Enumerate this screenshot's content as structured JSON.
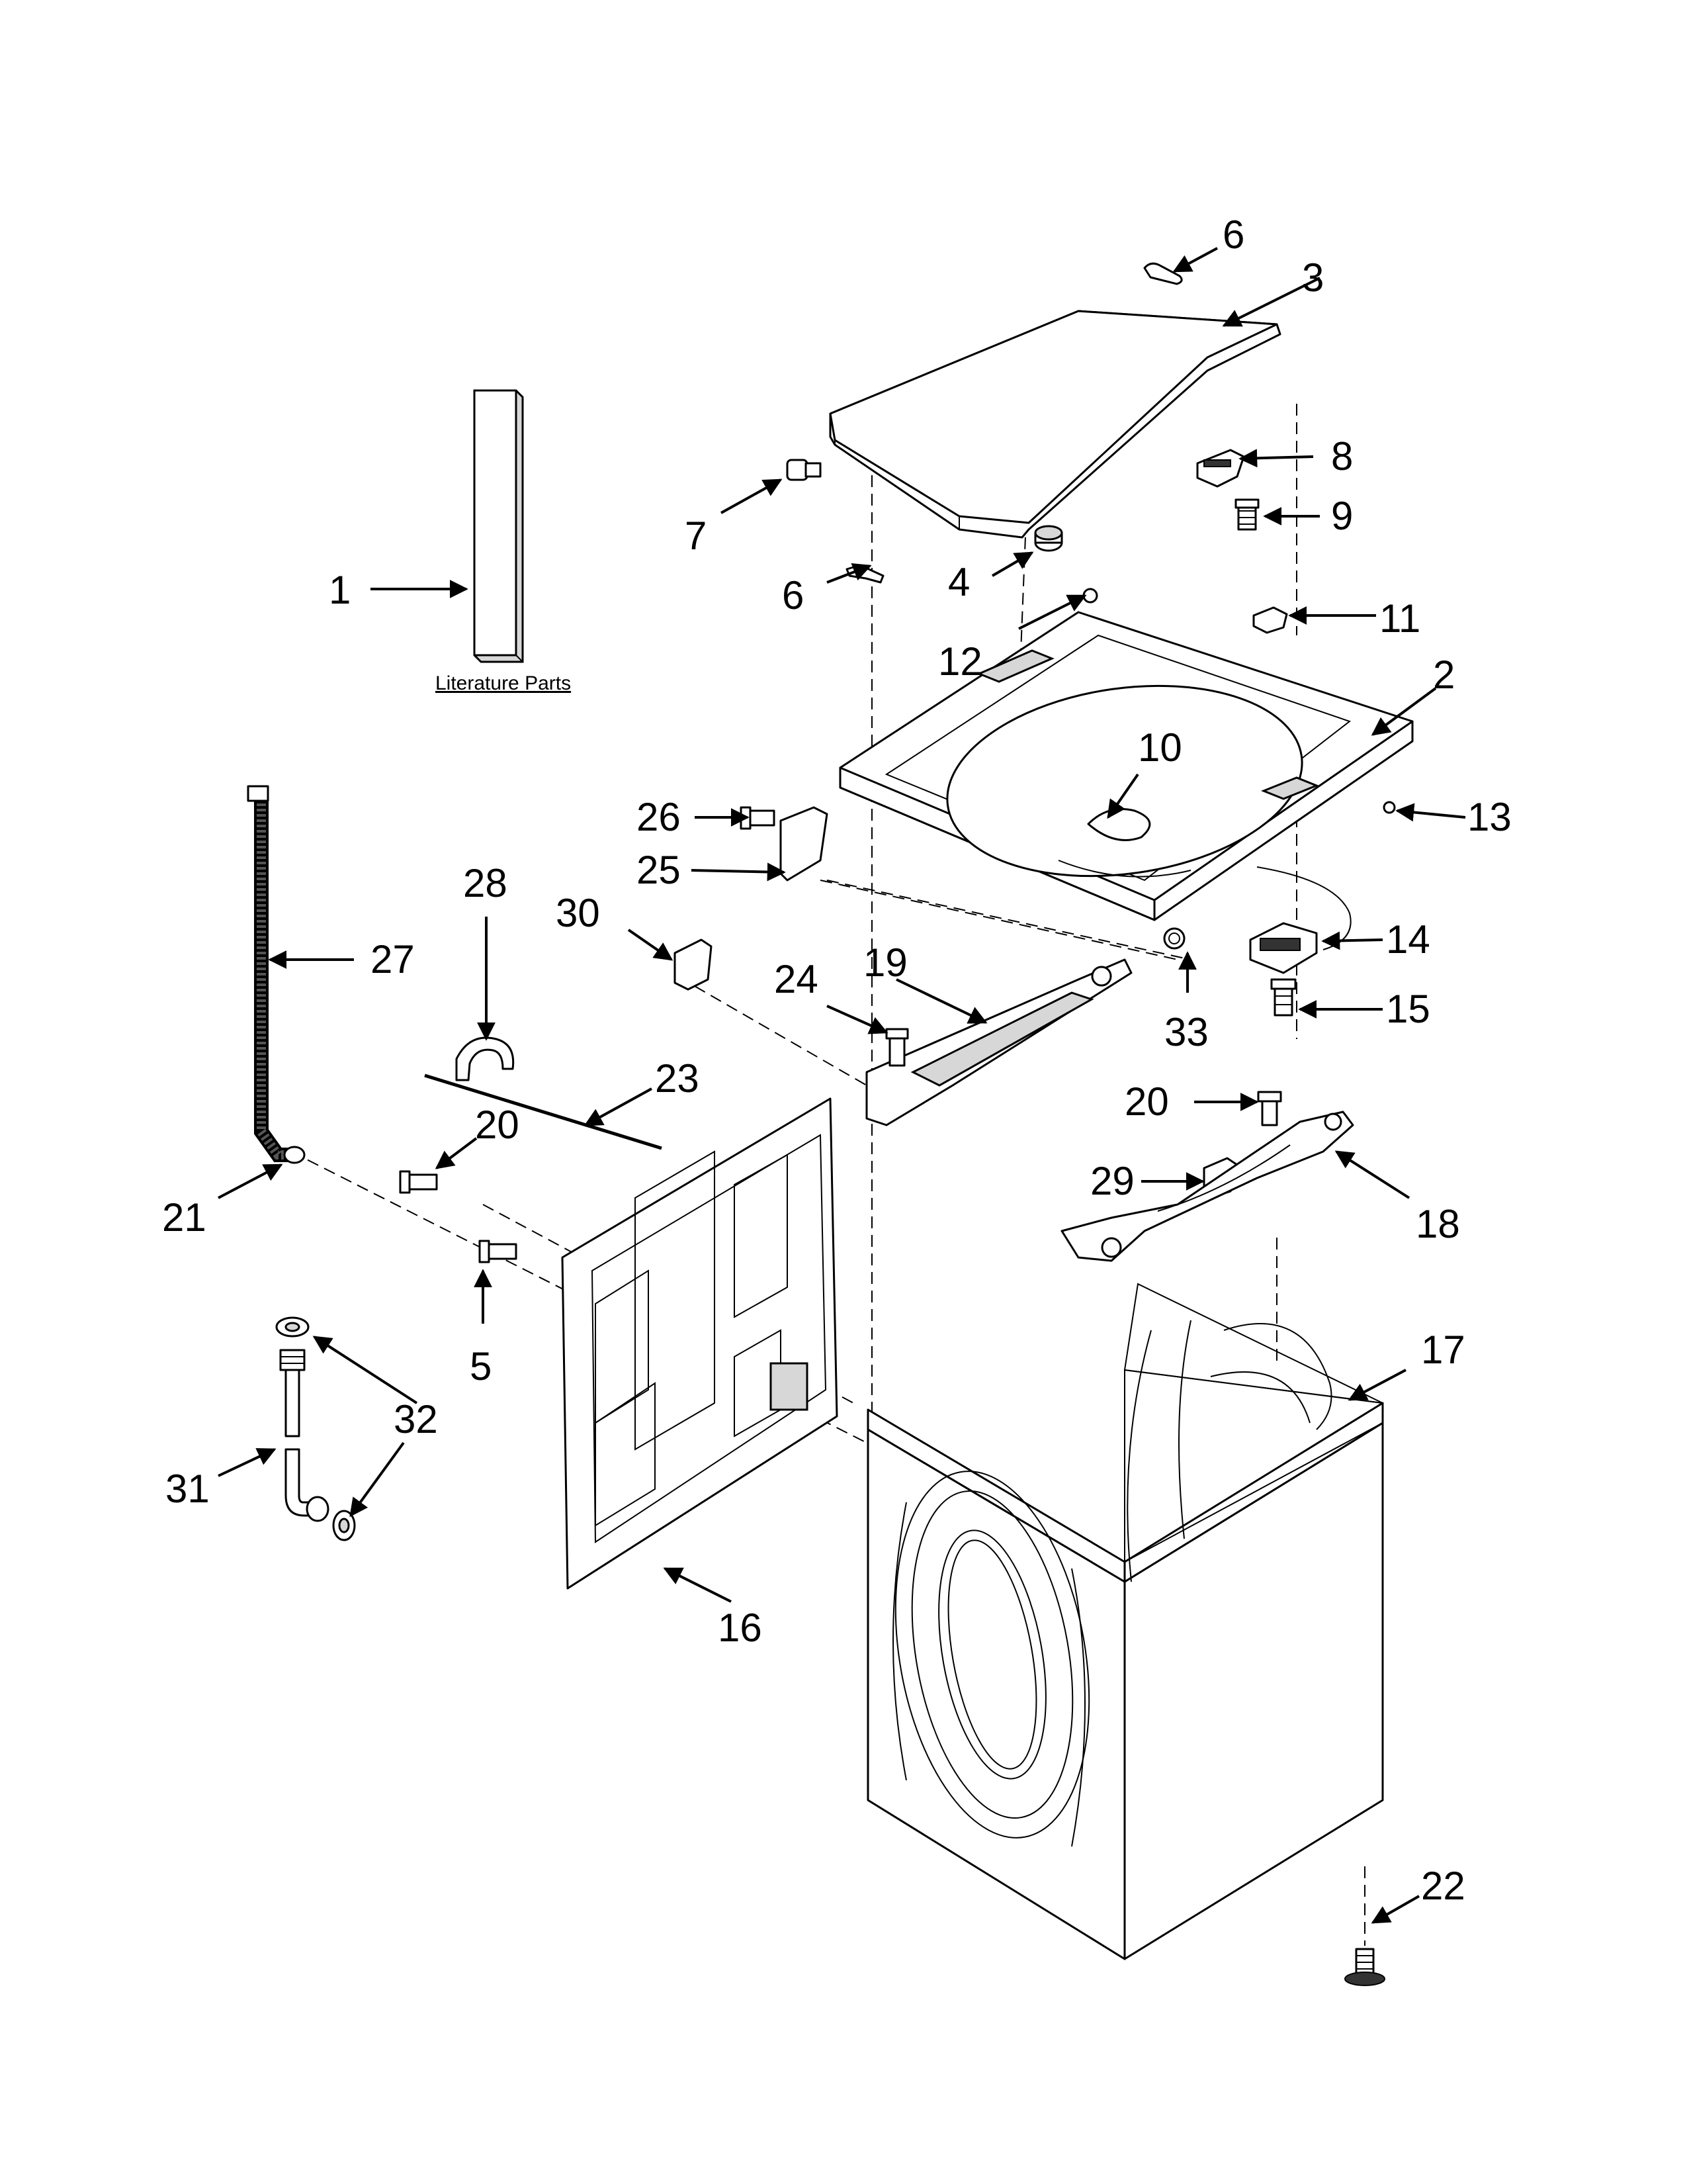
{
  "diagram": {
    "literature_label": "Literature Parts",
    "callouts": [
      "1",
      "2",
      "3",
      "4",
      "5",
      "6",
      "6",
      "7",
      "8",
      "9",
      "10",
      "11",
      "12",
      "13",
      "14",
      "15",
      "16",
      "17",
      "18",
      "19",
      "20",
      "20",
      "21",
      "22",
      "23",
      "24",
      "25",
      "26",
      "27",
      "28",
      "29",
      "30",
      "31",
      "32",
      "33"
    ]
  }
}
